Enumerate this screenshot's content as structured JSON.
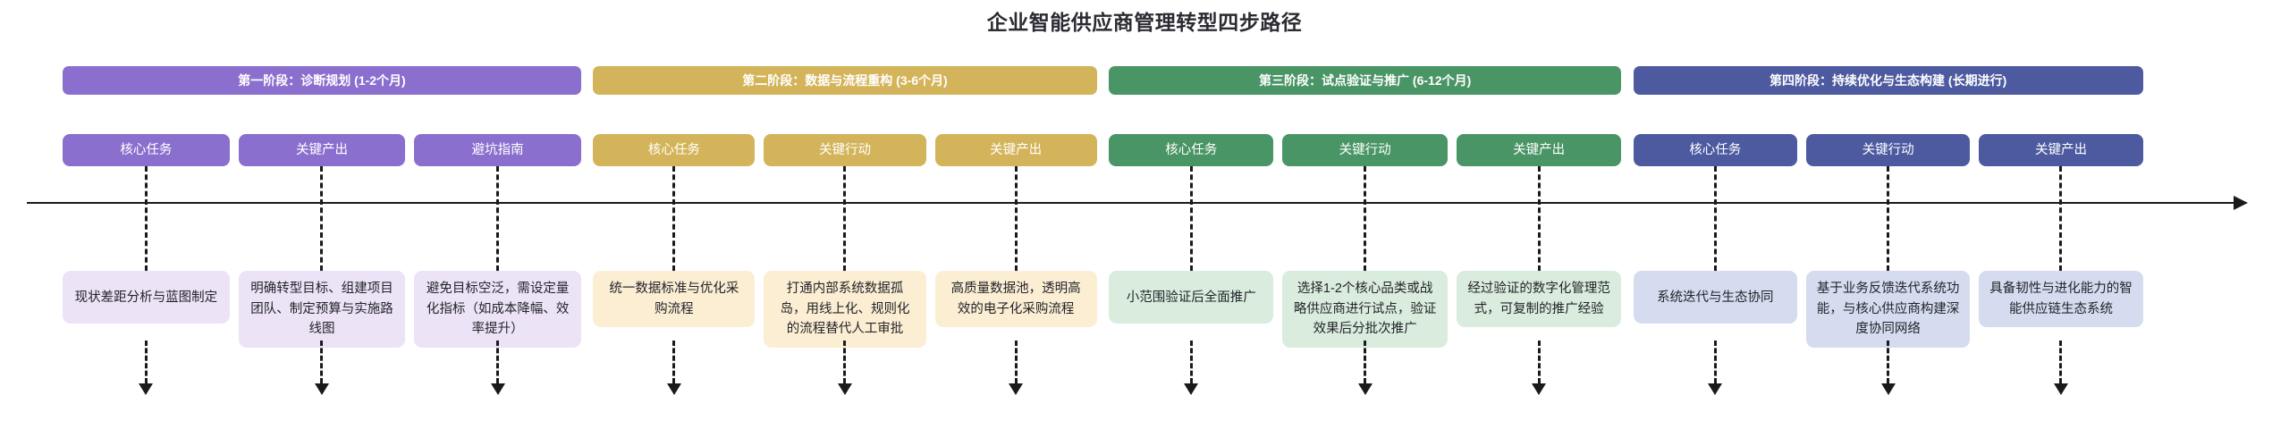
{
  "title": "企业智能供应商管理转型四步路径",
  "timeline": {
    "axis_name": "timeline-axis",
    "direction": "left-to-right"
  },
  "phases": [
    {
      "id": "phase-1",
      "header": "第一阶段：诊断规划 (1-2个月)",
      "header_color": "#8b6fce",
      "chip_color": "#8b6fce",
      "card_color": "#ece3f7",
      "tracks": [
        {
          "chip": "核心任务",
          "card": "现状差距分析与蓝图制定"
        },
        {
          "chip": "关键产出",
          "card": "明确转型目标、组建项目团队、制定预算与实施路线图"
        },
        {
          "chip": "避坑指南",
          "card": "避免目标空泛，需设定量化指标（如成本降幅、效率提升）"
        }
      ]
    },
    {
      "id": "phase-2",
      "header": "第二阶段：数据与流程重构 (3-6个月)",
      "header_color": "#d4b45a",
      "chip_color": "#d4b45a",
      "card_color": "#fbeed3",
      "tracks": [
        {
          "chip": "核心任务",
          "card": "统一数据标准与优化采购流程"
        },
        {
          "chip": "关键行动",
          "card": "打通内部系统数据孤岛，用线上化、规则化的流程替代人工审批"
        },
        {
          "chip": "关键产出",
          "card": "高质量数据池，透明高效的电子化采购流程"
        }
      ]
    },
    {
      "id": "phase-3",
      "header": "第三阶段：试点验证与推广 (6-12个月)",
      "header_color": "#4a9565",
      "chip_color": "#4a9565",
      "card_color": "#d9ecdd",
      "tracks": [
        {
          "chip": "核心任务",
          "card": "小范围验证后全面推广"
        },
        {
          "chip": "关键行动",
          "card": "选择1-2个核心品类或战略供应商进行试点，验证效果后分批次推广"
        },
        {
          "chip": "关键产出",
          "card": "经过验证的数字化管理范式，可复制的推广经验"
        }
      ]
    },
    {
      "id": "phase-4",
      "header": "第四阶段：持续优化与生态构建 (长期进行)",
      "header_color": "#4d5aa0",
      "chip_color": "#4d5aa0",
      "card_color": "#d5dcf0",
      "tracks": [
        {
          "chip": "核心任务",
          "card": "系统迭代与生态协同"
        },
        {
          "chip": "关键行动",
          "card": "基于业务反馈迭代系统功能，与核心供应商构建深度协同网络"
        },
        {
          "chip": "关键产出",
          "card": "具备韧性与进化能力的智能供应链生态系统"
        }
      ]
    }
  ]
}
